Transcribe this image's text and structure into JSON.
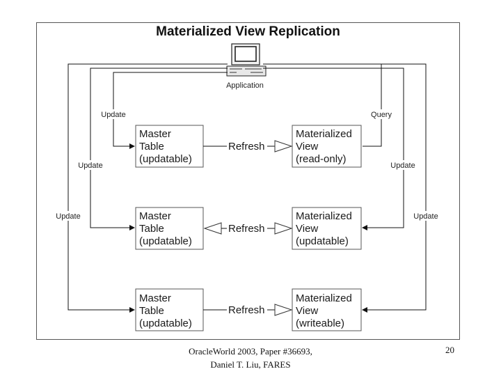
{
  "title": "Materialized View Replication",
  "application_label": "Application",
  "rows": [
    {
      "master": [
        "Master",
        "Table",
        "(updatable)"
      ],
      "view": [
        "Materialized",
        "View",
        "(read-only)"
      ],
      "refresh": "Refresh",
      "bidirectional": false,
      "left_label": "Update",
      "right_label": "Query"
    },
    {
      "master": [
        "Master",
        "Table",
        "(updatable)"
      ],
      "view": [
        "Materialized",
        "View",
        "(updatable)"
      ],
      "refresh": "Refresh",
      "bidirectional": true
    },
    {
      "master": [
        "Master",
        "Table",
        "(updatable)"
      ],
      "view": [
        "Materialized",
        "View",
        "(writeable)"
      ],
      "refresh": "Refresh",
      "bidirectional": false
    }
  ],
  "side_labels": {
    "left_mid": "Update",
    "left_outer": "Update",
    "right_mid": "Update",
    "right_outer": "Update"
  },
  "footer": {
    "line1": "OracleWorld 2003, Paper #36693,",
    "line2": "Daniel T. Liu, FARES",
    "page": "20"
  }
}
